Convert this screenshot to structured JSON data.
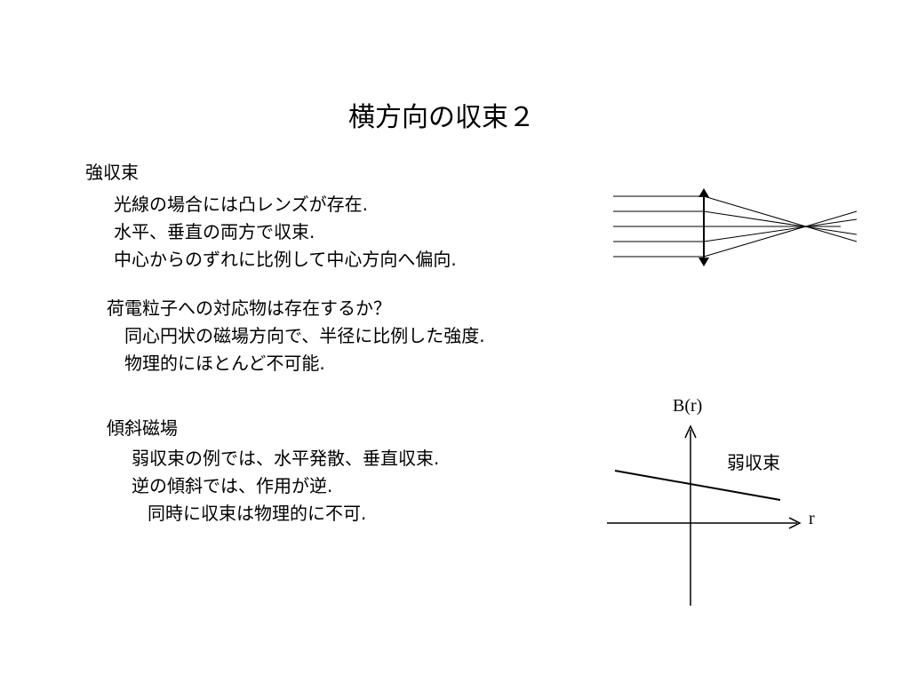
{
  "slide": {
    "title": "横方向の収束２",
    "strong_focusing": {
      "heading": "強収束",
      "lines": [
        "光線の場合には凸レンズが存在.",
        "水平、垂直の両方で収束.",
        "中心からのずれに比例して中心方向へ偏向."
      ]
    },
    "charged_particle": {
      "question": "荷電粒子への対応物は存在するか？",
      "lines": [
        "同心円状の磁場方向で、半径に比例した強度.",
        "物理的にほとんど不可能."
      ]
    },
    "gradient_field": {
      "heading": "傾斜磁場",
      "lines": [
        "弱収束の例では、水平発散、垂直収束.",
        "逆の傾斜では、作用が逆.",
        "同時に収束は物理的に不可."
      ]
    },
    "graph": {
      "y_axis_label": "B(r)",
      "x_axis_label": "r",
      "curve_label": "弱収束"
    }
  }
}
